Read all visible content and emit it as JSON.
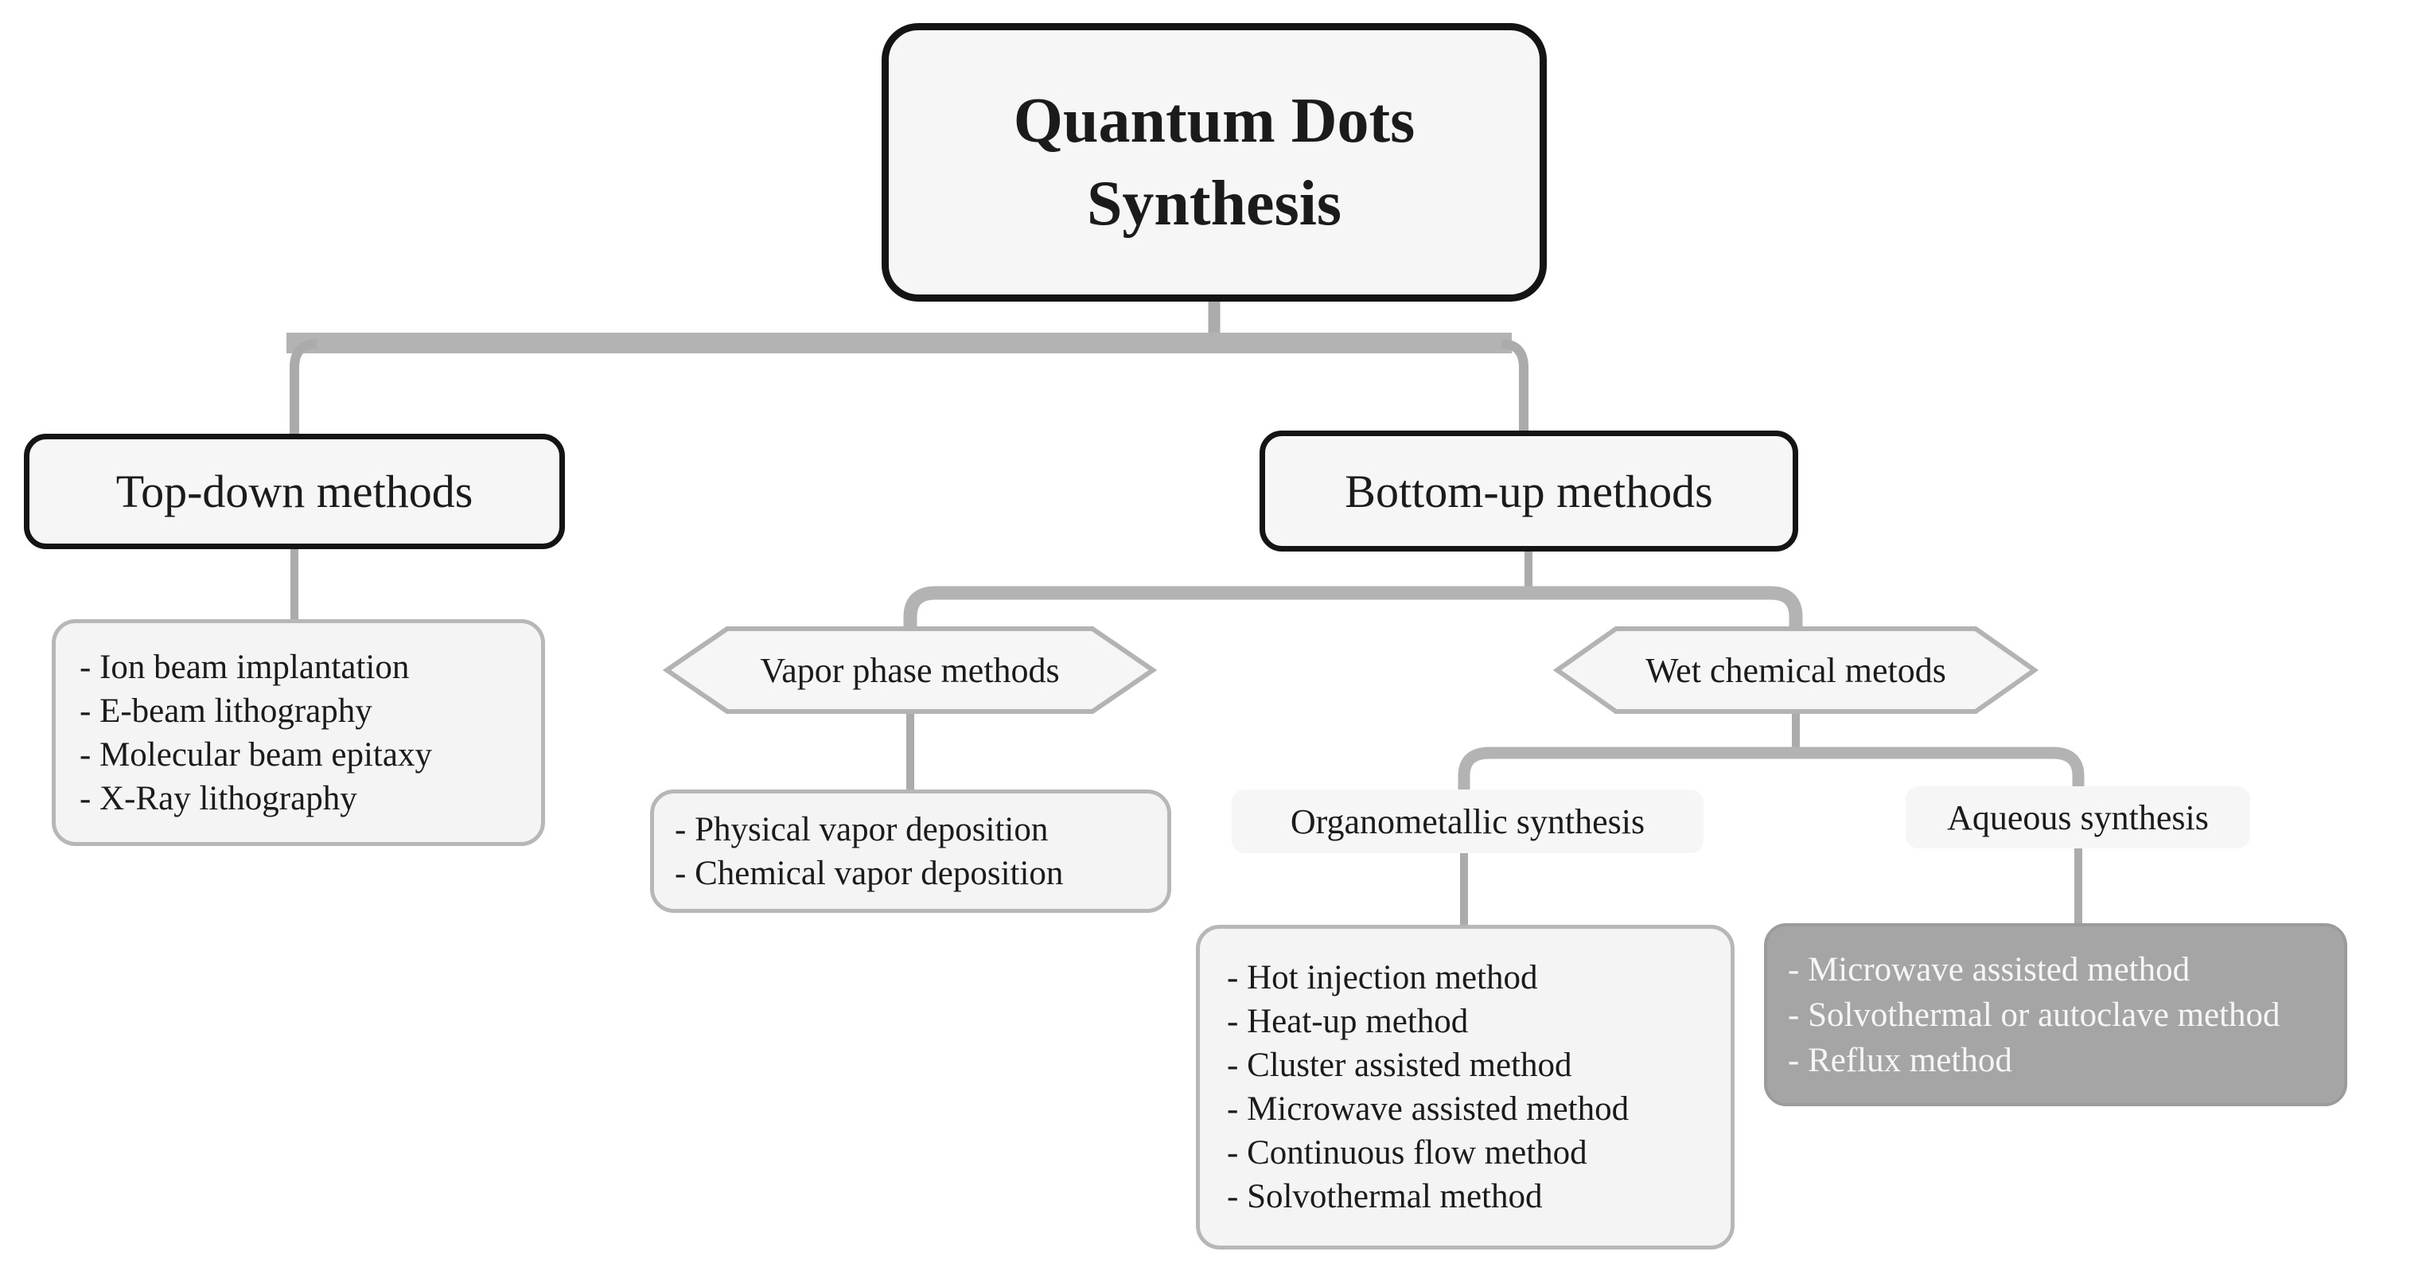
{
  "diagram": {
    "title": "Quantum Dots Synthesis",
    "top_down": {
      "label": "Top-down methods",
      "items": [
        "- Ion beam implantation",
        "- E-beam lithography",
        "- Molecular beam epitaxy",
        "- X-Ray lithography"
      ]
    },
    "bottom_up": {
      "label": "Bottom-up methods"
    },
    "vapor_phase": {
      "label": "Vapor phase methods",
      "items": [
        "- Physical vapor deposition",
        "- Chemical vapor deposition"
      ]
    },
    "wet_chemical": {
      "label": "Wet chemical metods"
    },
    "organometallic": {
      "label": "Organometallic synthesis",
      "items": [
        "- Hot injection method",
        "- Heat-up method",
        "- Cluster assisted method",
        "- Microwave assisted method",
        "- Continuous flow method",
        "- Solvothermal method"
      ]
    },
    "aqueous": {
      "label": "Aqueous synthesis",
      "items": [
        "- Microwave assisted method",
        "- Solvothermal or autoclave method",
        "- Reflux method"
      ]
    },
    "colors": {
      "connector": "#ababab",
      "dark_border": "#141414",
      "node_fill": "#f6f6f6",
      "list_border": "#b7b7b7",
      "gray_box_fill": "#a5a5a5",
      "gray_box_text": "#f6f6f6"
    }
  }
}
